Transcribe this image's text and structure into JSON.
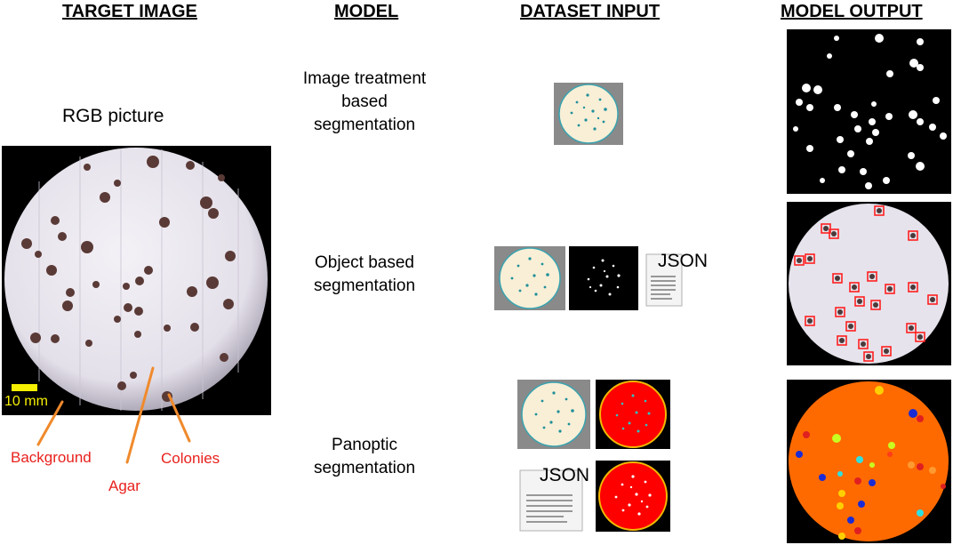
{
  "headers": {
    "target_image": "TARGET IMAGE",
    "model": "MODEL",
    "dataset_input": "DATASET INPUT",
    "model_output": "MODEL OUTPUT"
  },
  "target": {
    "caption": "RGB picture",
    "scale_bar": "10 mm",
    "labels": {
      "background": "Background",
      "agar": "Agar",
      "colonies": "Colonies"
    }
  },
  "models": [
    {
      "name": "Image treatment based segmentation"
    },
    {
      "name": "Object based segmentation"
    },
    {
      "name": "Panoptic segmentation"
    }
  ],
  "dataset_input": {
    "json_label": "JSON"
  },
  "colors": {
    "label_red": "#e8211d",
    "arrow_orange": "#f08a2c",
    "scale_yellow": "#f6f000",
    "mask_red": "#ff0000",
    "panoptic_orange": "#ff6a00",
    "plate_cream": "#f8efd6"
  }
}
